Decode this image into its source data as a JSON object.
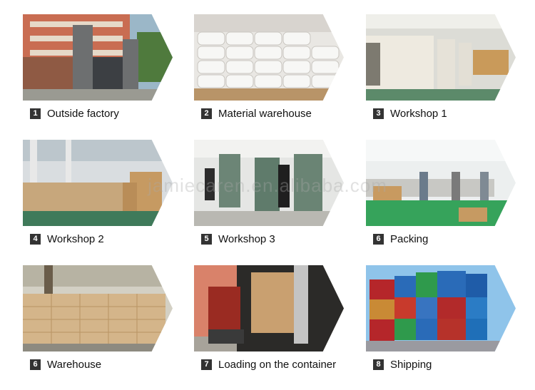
{
  "tiles": [
    {
      "num": "1",
      "label": "Outside factory",
      "icon": "factory-gate-photo"
    },
    {
      "num": "2",
      "label": "Material warehouse",
      "icon": "sacks-photo"
    },
    {
      "num": "3",
      "label": "Workshop 1",
      "icon": "machines-photo"
    },
    {
      "num": "4",
      "label": "Workshop 2",
      "icon": "boxes-hall-photo"
    },
    {
      "num": "5",
      "label": "Workshop 3",
      "icon": "milling-machines-photo"
    },
    {
      "num": "6",
      "label": "Packing",
      "icon": "packing-line-photo"
    },
    {
      "num": "6",
      "label": "Warehouse",
      "icon": "cartons-photo"
    },
    {
      "num": "7",
      "label": "Loading on the container",
      "icon": "container-truck-photo"
    },
    {
      "num": "8",
      "label": "Shipping",
      "icon": "shipping-containers-photo"
    }
  ],
  "watermark": "jamiecaren.en.alibaba.com"
}
